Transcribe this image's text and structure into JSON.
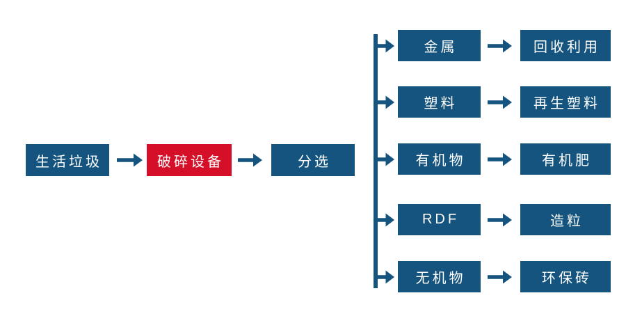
{
  "colors": {
    "node_blue": "#15547E",
    "node_red": "#D60F28",
    "node_text": "#FFFFFF",
    "connector_blue": "#15547E",
    "background": "#FFFFFF"
  },
  "diagram": {
    "main_flow": {
      "source_label": "生活垃圾",
      "process_label": "破碎设备",
      "sorter_label": "分选"
    },
    "branches": [
      {
        "material": "金属",
        "outcome": "回收利用"
      },
      {
        "material": "塑料",
        "outcome": "再生塑料"
      },
      {
        "material": "有机物",
        "outcome": "有机肥"
      },
      {
        "material": "RDF",
        "outcome": "造粒"
      },
      {
        "material": "无机物",
        "outcome": "环保砖"
      }
    ]
  }
}
